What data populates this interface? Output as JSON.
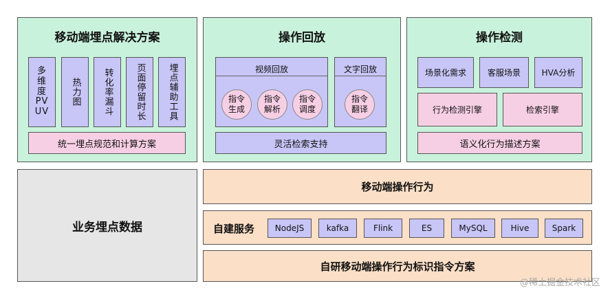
{
  "panels": {
    "tracking": {
      "title": "移动端埋点解决方案",
      "items": [
        "多维度PVUV",
        "热力图",
        "转化率漏斗",
        "页面停留时长",
        "埋点辅助工具"
      ],
      "footer": "统一埋点规范和计算方案"
    },
    "replay": {
      "title": "操作回放",
      "video": {
        "label": "视频回放",
        "circles": [
          "指令生成",
          "指令解析",
          "指令调度"
        ]
      },
      "text": {
        "label": "文字回放",
        "circles": [
          "指令翻译"
        ]
      },
      "footer": "灵活检索支持"
    },
    "detect": {
      "title": "操作检测",
      "row1": [
        "场景化需求",
        "客服场景",
        "HVA分析"
      ],
      "row2": [
        "行为检测引擎",
        "检索引擎"
      ],
      "footer": "语义化行为描述方案"
    }
  },
  "bottom": {
    "business": "业务埋点数据",
    "mobile_behavior": "移动端操作行为",
    "self_service": {
      "label": "自建服务",
      "items": [
        "NodeJS",
        "kafka",
        "Flink",
        "ES",
        "MySQL",
        "Hive",
        "Spark"
      ]
    },
    "scheme": "自研移动端操作行为标识指令方案"
  },
  "watermark": "@稀土掘金技术社区"
}
